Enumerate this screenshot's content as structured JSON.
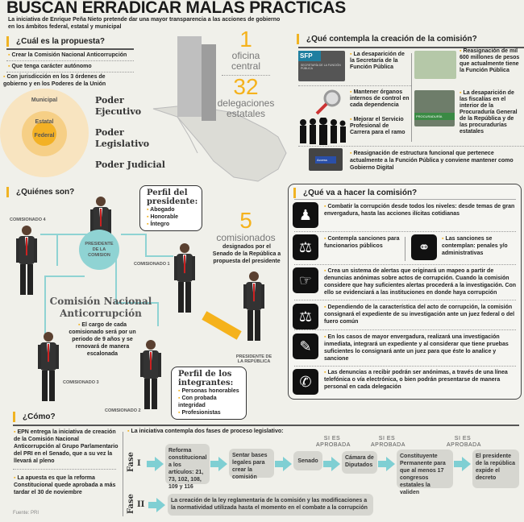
{
  "title": "BUSCAN ERRADICAR MALAS PRÁCTICAS",
  "subtitle": "La iniciativa de Enrique Peña Nieto pretende dar una mayor transparencia a las acciones de gobierno en los ámbitos federal, estatal y municipal",
  "propuesta": {
    "heading": "¿Cuál es la propuesta?",
    "items": [
      "Crear la Comisión Nacional Anticorrupción",
      "Que tenga carácter autónomo",
      "Con jurisdicción en los 3 órdenes de gobierno y en los Poderes de la Unión"
    ]
  },
  "ordenes": [
    "Municipal",
    "Estatal",
    "Federal"
  ],
  "poderes": [
    "Poder Ejecutivo",
    "Poder Legislativo",
    "Poder Judicial"
  ],
  "oficinas": {
    "central_num": "1",
    "central_label": "oficina central",
    "deleg_num": "32",
    "deleg_label": "delegaciones estatales"
  },
  "contempla": {
    "heading": "¿Qué contempla la creación de la comisión?",
    "sfp_logo": "SFP",
    "sfp_sub": "SECRETARÍA DE LA FUNCIÓN PÚBLICA",
    "procuraduria_sign": "PROCURADURÍA",
    "access_key": "Access",
    "items": [
      "La desaparición de la Secretaría de la Función Pública",
      "Reasignación de mil 600 millones de pesos que actualmente tiene la Función Pública",
      "Mantener órganos internos de control en cada dependencia",
      "La desaparición de las fiscalías en el interior de la Procuraduría General de la República y de las procuradurías estatales",
      "Mejorar el Servicio Profesional de Carrera para el ramo",
      "Reasignación de estructura funcional que pertenece actualmente a la Función Pública y conviene mantener como Gobierno Digital"
    ]
  },
  "quienes": {
    "heading": "¿Quiénes son?",
    "presidente_comision": "PRESIDENTE DE LA COMISION",
    "comisionados": [
      "COMISIONADO 1",
      "COMISIONADO 2",
      "COMISIONADO 3",
      "COMISIONADO 4"
    ],
    "presidente_republica": "PRESIDENTE DE LA REPÚBLICA",
    "perfil_presidente": {
      "title": "Perfil del presidente:",
      "items": [
        "Abogado",
        "Honorable",
        "Íntegro"
      ]
    },
    "perfil_integrantes": {
      "title": "Perfil de los integrantes:",
      "items": [
        "Personas honorables",
        "Con probada integridad",
        "Profesionistas"
      ]
    },
    "comision_title": "Comisión Nacional Anticorrupción",
    "comision_text": "El cargo de cada comisionado será por un periodo de 9 años y se renovará de manera escalonada",
    "num": "5",
    "num_label": "comisionados",
    "num_text": "designados por el Senado de la República a propuesta del presidente"
  },
  "hacer": {
    "heading": "¿Qué va a hacer la comisión?",
    "items": [
      "Combatir la corrupción desde todos los niveles: desde temas de gran envergadura, hasta las acciones ilícitas cotidianas",
      "Contempla sanciones para funcionarios públicos",
      "Las sanciones se contemplan: penales y/o administrativas",
      "Crea un sistema de alertas que originará un mapeo a partir de denuncias anónimas sobre actos de corrupción. Cuando la comisión considere que hay suficientes alertas procederá a la investigación. Con ello se evidenciará a las instituciones en donde haya corrupción",
      "Dependiendo de la característica del acto de corrupción, la comisión consignará el expediente de su investigación ante un juez federal o del fuero común",
      "En los casos de mayor envergadura, realizará una investigación inmediata, integrará un expediente y al considerar que tiene pruebas suficientes lo consignará ante un juez para que éste lo analice y sancione",
      "Las denuncias a recibir podrán ser anónimas, a través de una línea telefónica o vía electrónica, o bien podrán presentarse de manera personal en cada delegación"
    ]
  },
  "como": {
    "heading": "¿Cómo?",
    "left": [
      "EPN entrega la iniciativa de creación de la Comisión Nacional Anticorrupción al Grupo Parlamentario del PRI en el Senado, que a su vez la llevará al pleno",
      "La apuesta es que la reforma Constitucional quede aprobada a más tardar el 30 de noviembre"
    ],
    "intro": "La iniciativa contempla dos fases de proceso legislativo:",
    "fase": "Fase",
    "fase1": "I",
    "fase2": "II",
    "aprobada": "SI ES APROBADA",
    "steps": [
      "Reforma constitucional a los artículos: 21, 73, 102, 108, 109 y 116",
      "Sentar bases legales para crear la comisión",
      "Senado",
      "Cámara de Diputados",
      "Constituyente Permanente para que al menos 17 congresos estatales la validen",
      "El presidente de la república expide el decreto"
    ],
    "fase2_text": "La creación de la ley reglamentaria de la comisión y las modificaciones a la normatividad utilizada hasta el momento en el combate a la corrupción"
  },
  "fuente": "Fuente: PRI"
}
